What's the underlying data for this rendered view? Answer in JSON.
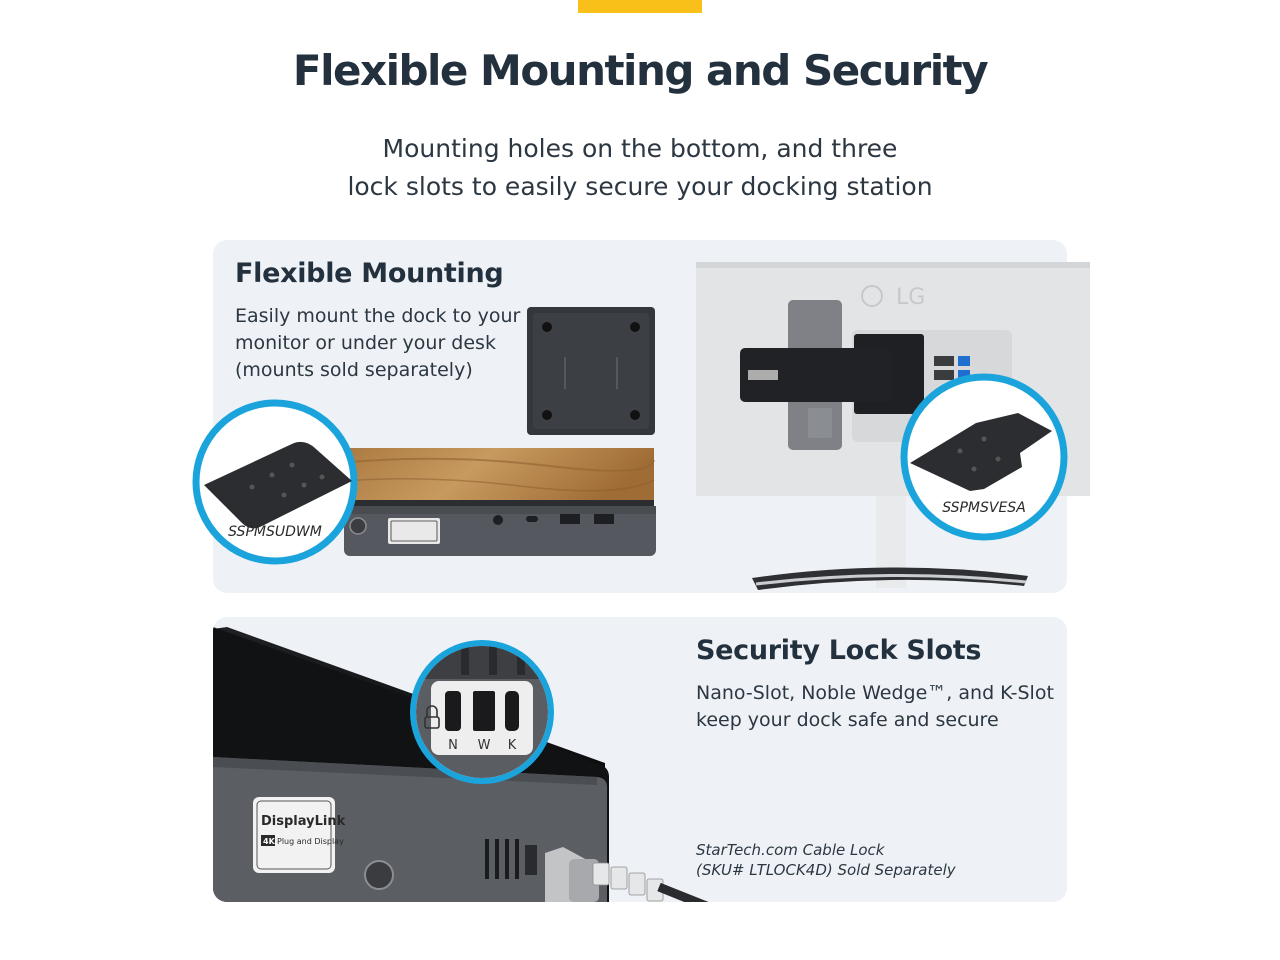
{
  "page": {
    "title": "Flexible Mounting and Security",
    "subtitle_line1": "Mounting holes on the bottom, and three",
    "subtitle_line2": "lock slots to easily secure your docking station"
  },
  "mounting": {
    "heading": "Flexible Mounting",
    "line1": "Easily mount the dock to your",
    "line2": "monitor or under your desk",
    "line3": "(mounts sold separately)",
    "desk_mount_label": "SSPMSUDWM",
    "vesa_mount_label": "SSPMSVESA",
    "monitor_brand": "LG"
  },
  "security": {
    "heading": "Security Lock Slots",
    "line1": "Nano-Slot, Noble Wedge™, and K-Slot",
    "line2": "keep your dock safe and secure",
    "caption_line1": "StarTech.com Cable Lock",
    "caption_line2": "(SKU# LTLOCK4D) Sold Separately",
    "slot_n": "N",
    "slot_w": "W",
    "slot_k": "K",
    "dock_brand": "DisplayLink",
    "dock_badge_4k": "4K",
    "dock_badge_text": "Plug and Display"
  },
  "colors": {
    "accent": "#f9c01a",
    "callout_ring": "#1ba3dc",
    "panel_bg": "#eef2f6",
    "heading_text": "#23303d"
  }
}
